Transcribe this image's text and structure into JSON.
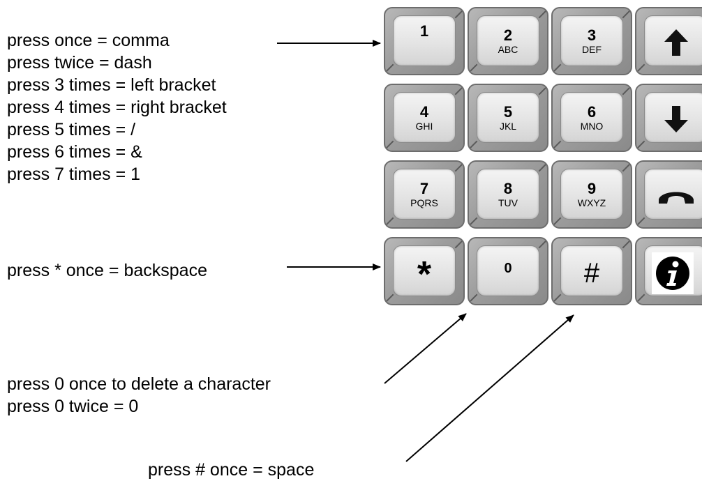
{
  "instructions": {
    "key_1_notes": [
      "press once  =  comma",
      "press twice  =  dash",
      "press 3 times  =  left bracket",
      "press 4 times  =  right bracket",
      "press 5 times  =  /",
      "press 6 times  = &",
      "press 7 times = 1"
    ],
    "star_note": "press * once  =  backspace",
    "zero_notes": [
      "press 0 once to delete a character",
      "press 0 twice  =  0"
    ],
    "hash_note": "press # once  =  space"
  },
  "keypad": {
    "keys": [
      {
        "digit": "1",
        "letters": ""
      },
      {
        "digit": "2",
        "letters": "ABC"
      },
      {
        "digit": "3",
        "letters": "DEF"
      },
      {
        "icon": "up-arrow-icon"
      },
      {
        "digit": "4",
        "letters": "GHI"
      },
      {
        "digit": "5",
        "letters": "JKL"
      },
      {
        "digit": "6",
        "letters": "MNO"
      },
      {
        "icon": "down-arrow-icon"
      },
      {
        "digit": "7",
        "letters": "PQRS"
      },
      {
        "digit": "8",
        "letters": "TUV"
      },
      {
        "digit": "9",
        "letters": "WXYZ"
      },
      {
        "icon": "phone-handset-icon"
      },
      {
        "symbol": "*"
      },
      {
        "digit": "0",
        "letters": ""
      },
      {
        "symbol": "#"
      },
      {
        "icon": "info-icon"
      }
    ]
  }
}
